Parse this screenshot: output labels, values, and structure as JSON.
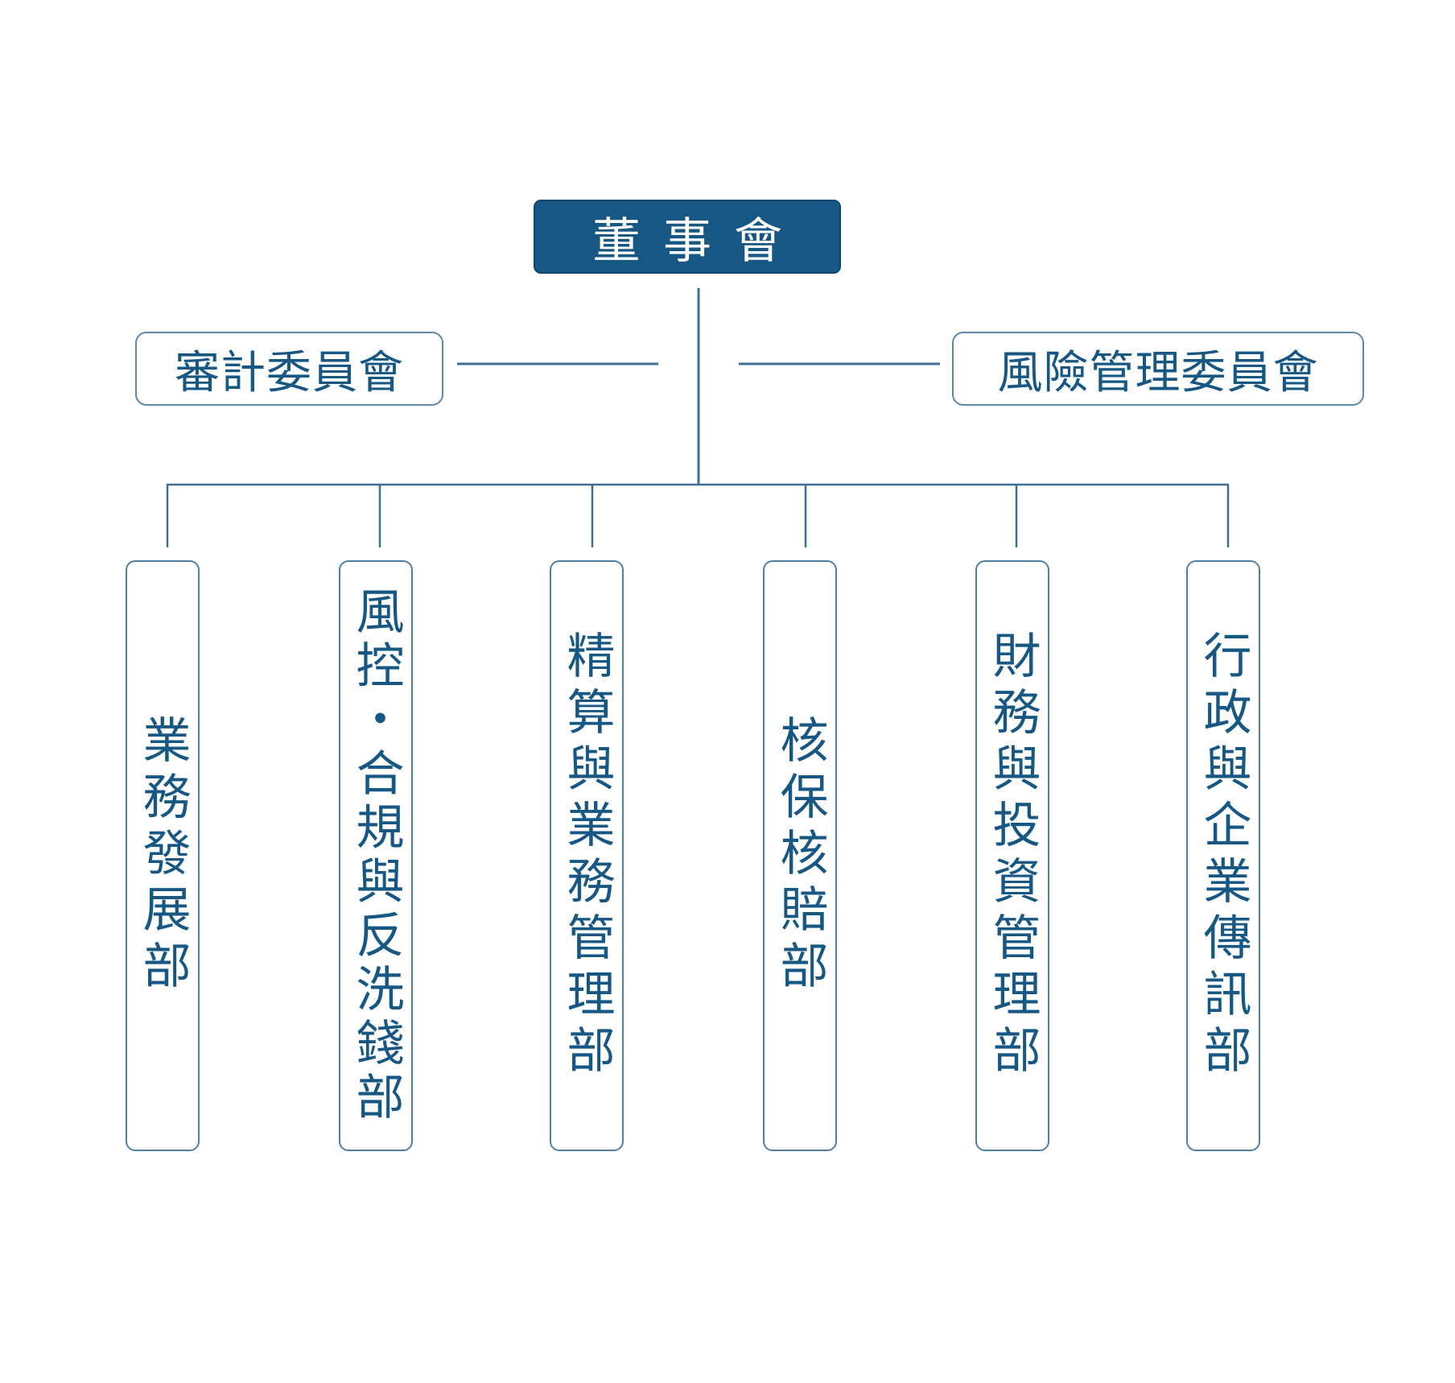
{
  "diagram": {
    "type": "org-chart",
    "colors": {
      "primary": "#175784",
      "border": "#4f7fa3",
      "line": "#3d6f96",
      "background": "#ffffff",
      "board_text": "#ffffff"
    },
    "board": {
      "label": "董事會"
    },
    "committees": [
      {
        "label": "審計委員會",
        "side": "left"
      },
      {
        "label": "風險管理委員會",
        "side": "right"
      }
    ],
    "departments": [
      {
        "label": "業務發展部"
      },
      {
        "label": "風控・合規與反洗錢部"
      },
      {
        "label": "精算與業務管理部"
      },
      {
        "label": "核保核賠部"
      },
      {
        "label": "財務與投資管理部"
      },
      {
        "label": "行政與企業傳訊部"
      }
    ]
  }
}
